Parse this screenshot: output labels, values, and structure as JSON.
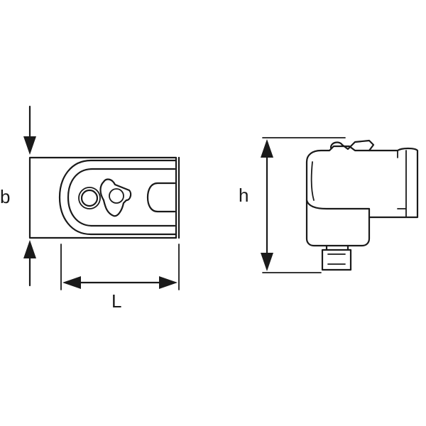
{
  "dimensions": {
    "width_label": "b",
    "length_label": "L",
    "height_label": "h"
  }
}
